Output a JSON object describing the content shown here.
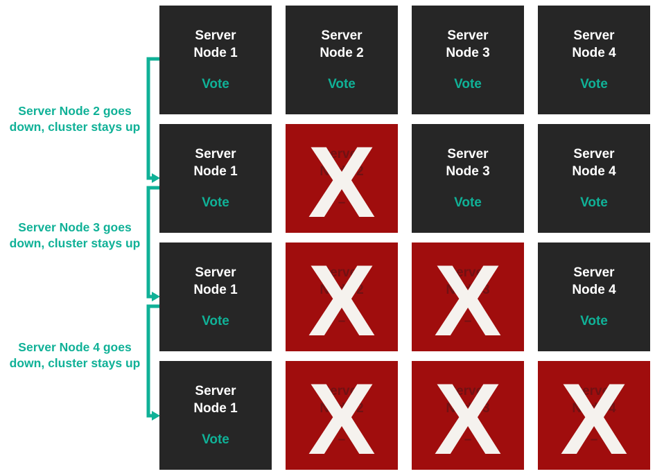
{
  "colors": {
    "node_up_bg": "#262626",
    "node_down_bg": "#A00D0D",
    "accent_teal": "#10B197",
    "faded_down_text": "#711113",
    "failure_mark_color": "#F5F2EE",
    "node_text": "#ffffff"
  },
  "annotations": [
    {
      "lines": [
        "Server Node 2 goes",
        "down, cluster stays up"
      ]
    },
    {
      "lines": [
        "Server Node 3 goes",
        "down, cluster stays up"
      ]
    },
    {
      "lines": [
        "Server Node 4 goes",
        "down, cluster stays up"
      ]
    }
  ],
  "grid": {
    "rows": [
      {
        "nodes": [
          {
            "title_line1": "Server",
            "title_line2": "Node 1",
            "status": "up",
            "vote_label": "Vote"
          },
          {
            "title_line1": "Server",
            "title_line2": "Node 2",
            "status": "up",
            "vote_label": "Vote"
          },
          {
            "title_line1": "Server",
            "title_line2": "Node 3",
            "status": "up",
            "vote_label": "Vote"
          },
          {
            "title_line1": "Server",
            "title_line2": "Node 4",
            "status": "up",
            "vote_label": "Vote"
          }
        ]
      },
      {
        "nodes": [
          {
            "title_line1": "Server",
            "title_line2": "Node 1",
            "status": "up",
            "vote_label": "Vote"
          },
          {
            "title_line1": "Server",
            "title_line2": "Node 2",
            "status": "down",
            "vote_label": "–",
            "failure_mark": "X"
          },
          {
            "title_line1": "Server",
            "title_line2": "Node 3",
            "status": "up",
            "vote_label": "Vote"
          },
          {
            "title_line1": "Server",
            "title_line2": "Node 4",
            "status": "up",
            "vote_label": "Vote"
          }
        ]
      },
      {
        "nodes": [
          {
            "title_line1": "Server",
            "title_line2": "Node 1",
            "status": "up",
            "vote_label": "Vote"
          },
          {
            "title_line1": "Server",
            "title_line2": "Node 2",
            "status": "down",
            "vote_label": "–",
            "failure_mark": "X"
          },
          {
            "title_line1": "Server",
            "title_line2": "Node 3",
            "status": "down",
            "vote_label": "–",
            "failure_mark": "X"
          },
          {
            "title_line1": "Server",
            "title_line2": "Node 4",
            "status": "up",
            "vote_label": "Vote"
          }
        ]
      },
      {
        "nodes": [
          {
            "title_line1": "Server",
            "title_line2": "Node 1",
            "status": "up",
            "vote_label": "Vote"
          },
          {
            "title_line1": "Server",
            "title_line2": "Node 2",
            "status": "down",
            "vote_label": "–",
            "failure_mark": "X"
          },
          {
            "title_line1": "Server",
            "title_line2": "Node 3",
            "status": "down",
            "vote_label": "–",
            "failure_mark": "X"
          },
          {
            "title_line1": "Server",
            "title_line2": "Node 4",
            "status": "down",
            "vote_label": "–",
            "failure_mark": "X"
          }
        ]
      }
    ]
  }
}
